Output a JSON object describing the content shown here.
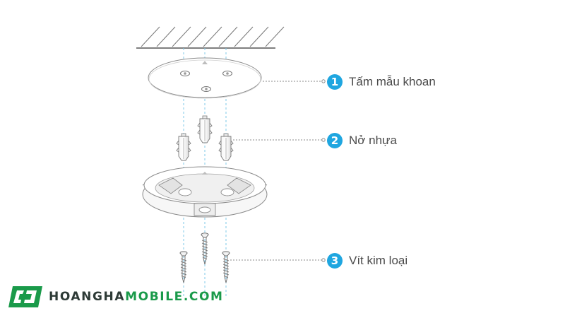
{
  "callouts": [
    {
      "number": "1",
      "label": "Tấm mẫu khoan"
    },
    {
      "number": "2",
      "label": "Nở nhựa"
    },
    {
      "number": "3",
      "label": "Vít kim loại"
    }
  ],
  "brand": {
    "name": "HOANGHAMOBILE.COM",
    "name_dark": "HOANGHA",
    "name_green": "MOBILE.COM"
  },
  "colors": {
    "badge": "#1fa6e0",
    "guide": "#7fc8ea",
    "line": "#8a8a8a",
    "brand_green": "#1a9a4a",
    "brand_dark": "#2d3a36"
  }
}
